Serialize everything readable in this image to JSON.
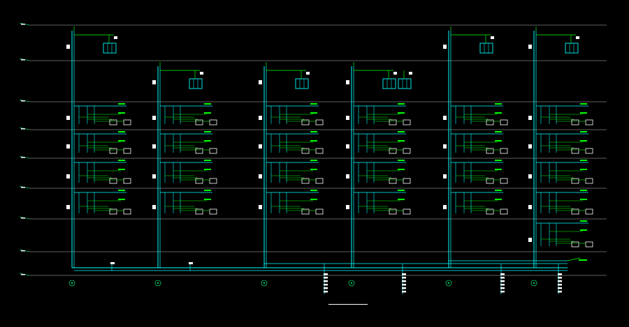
{
  "drawing": {
    "title": "",
    "colors": {
      "background": "#000000",
      "floor_line": "#bfbfbf",
      "riser": "#00ffff",
      "branch": "#00ff00",
      "equipment": "#00e5e5",
      "fixture_box": "#ffffff",
      "marker": "#00cc66",
      "label": "#ffffff"
    },
    "floors": [
      {
        "id": "roof-top",
        "label": ""
      },
      {
        "id": "roof",
        "label": ""
      },
      {
        "id": "f6",
        "label": ""
      },
      {
        "id": "f5",
        "label": ""
      },
      {
        "id": "f4",
        "label": ""
      },
      {
        "id": "f3",
        "label": ""
      },
      {
        "id": "f2",
        "label": ""
      },
      {
        "id": "f1",
        "label": ""
      },
      {
        "id": "ground",
        "label": ""
      }
    ],
    "risers": [
      {
        "id": "riser-1",
        "tank_units": 1,
        "top_floor": 0,
        "branch_floors": [
          2,
          3,
          4,
          5
        ]
      },
      {
        "id": "riser-2",
        "tank_units": 1,
        "top_floor": 1,
        "branch_floors": [
          2,
          3,
          4,
          5
        ]
      },
      {
        "id": "riser-3",
        "tank_units": 1,
        "top_floor": 1,
        "branch_floors": [
          2,
          3,
          4,
          5
        ]
      },
      {
        "id": "riser-4",
        "tank_units": 2,
        "top_floor": 1,
        "branch_floors": [
          2,
          3,
          4,
          5
        ]
      },
      {
        "id": "riser-5",
        "tank_units": 1,
        "top_floor": 0,
        "branch_floors": [
          2,
          3,
          4,
          5
        ]
      },
      {
        "id": "riser-6",
        "tank_units": 1,
        "top_floor": 0,
        "branch_floors": [
          2,
          3,
          4,
          5,
          6
        ]
      }
    ],
    "supply_main": {
      "note": ""
    }
  }
}
